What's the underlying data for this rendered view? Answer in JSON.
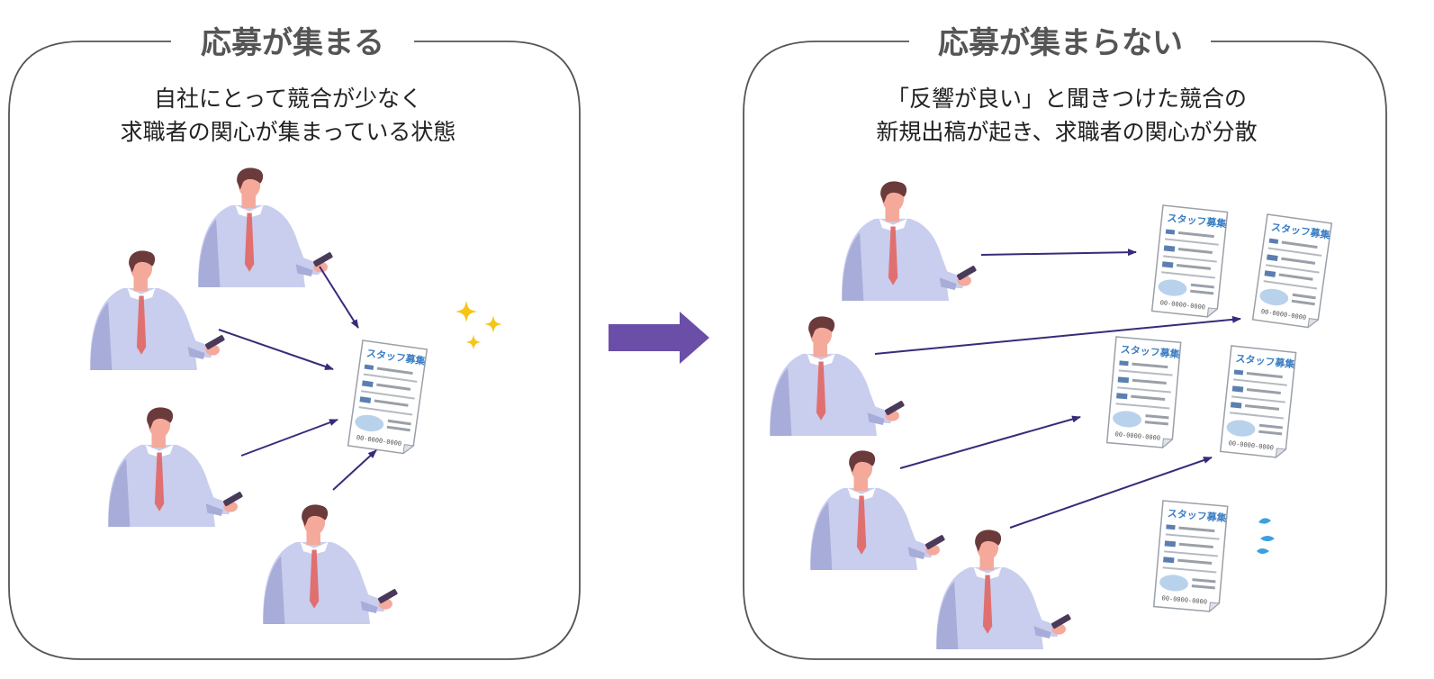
{
  "panels": [
    {
      "title": "応募が集まる",
      "caption_lines": [
        "自社にとって競合が少なく",
        "求職者の関心が集まっている状態"
      ]
    },
    {
      "title": "応募が集まらない",
      "caption_lines": [
        "「反響が良い」と聞きつけた競合の",
        "新規出稿が起き、求職者の関心が分散"
      ]
    }
  ],
  "flyer": {
    "heading": "スタッフ募集",
    "footer": "00-0000-0000"
  },
  "colors": {
    "panel_border": "#555555",
    "title_text": "#555555",
    "arrow": "#3a2a7a",
    "big_arrow": "#6b4ea8",
    "sparkle": "#f5c518",
    "sweat": "#3aa0e0",
    "shirt": "#c9cdee",
    "shirt_shadow": "#a7add8",
    "tie": "#e07070",
    "skin": "#f4a99a",
    "hair": "#6b3a3a"
  }
}
